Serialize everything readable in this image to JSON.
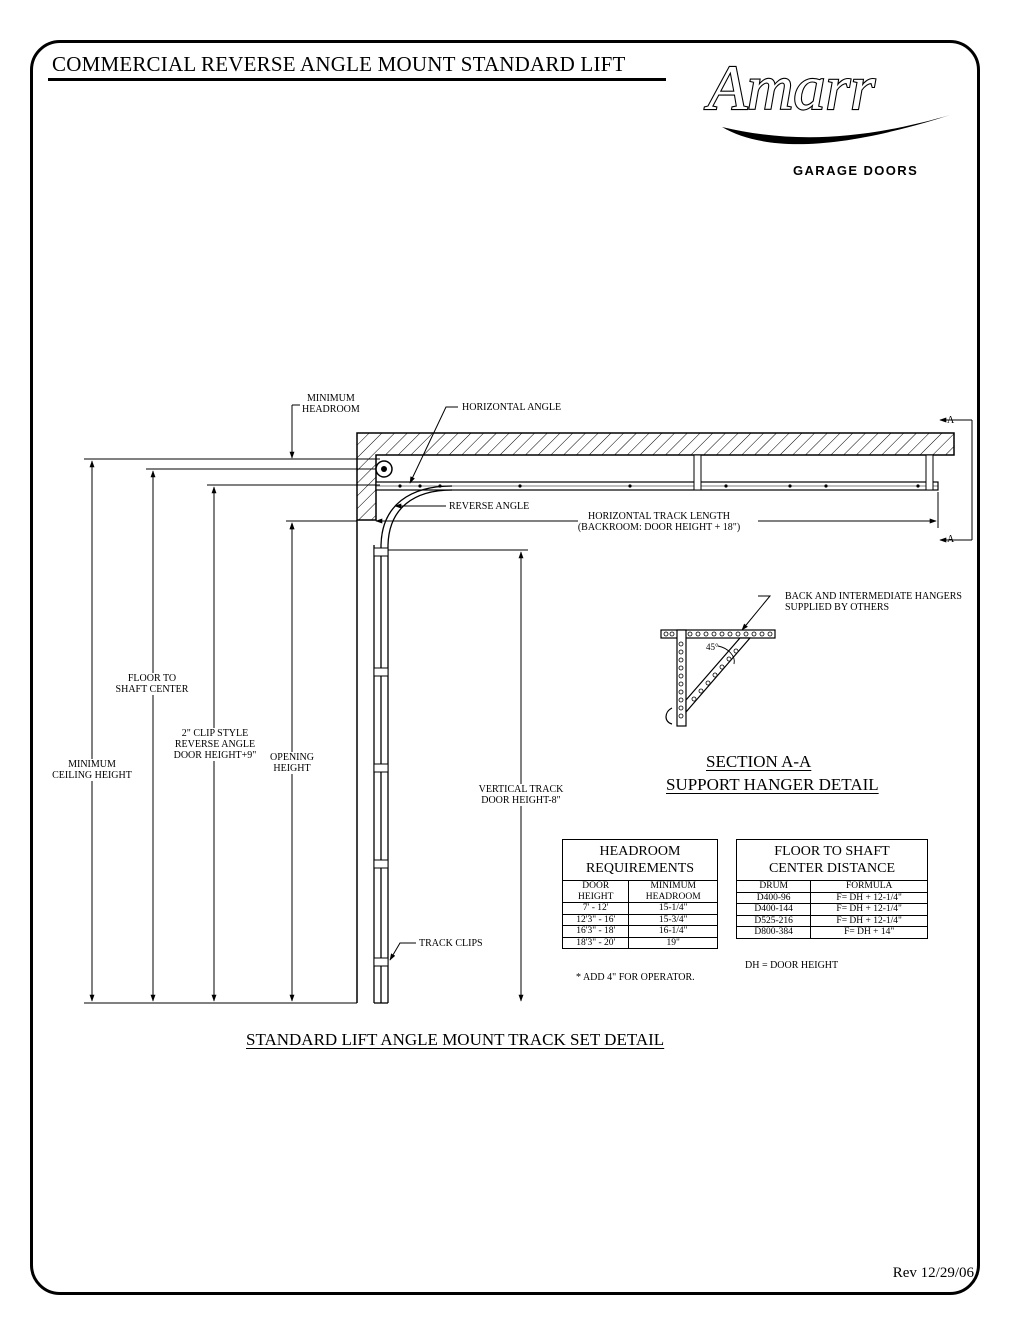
{
  "sheet": {
    "title": "COMMERCIAL REVERSE ANGLE MOUNT STANDARD LIFT",
    "brand": {
      "name": "Amarr",
      "tagline": "GARAGE DOORS"
    },
    "revision": "Rev 12/29/06"
  },
  "track_detail": {
    "caption": "STANDARD LIFT ANGLE MOUNT TRACK SET DETAIL",
    "labels": {
      "minimum_headroom": [
        "MINIMUM",
        "HEADROOM"
      ],
      "horizontal_angle": "HORIZONTAL ANGLE",
      "reverse_angle": "REVERSE ANGLE",
      "horizontal_track_length": [
        "HORIZONTAL TRACK LENGTH",
        "(BACKROOM: DOOR HEIGHT + 18\")"
      ],
      "section_marker_top": "A",
      "section_marker_bottom": "A",
      "floor_to_shaft_center": [
        "FLOOR TO",
        "SHAFT CENTER"
      ],
      "clip_style_reverse_angle": [
        "2\" CLIP STYLE",
        "REVERSE ANGLE",
        "DOOR HEIGHT+9\""
      ],
      "opening_height": [
        "OPENING",
        "HEIGHT"
      ],
      "minimum_ceiling_height": [
        "MINIMUM",
        "CEILING HEIGHT"
      ],
      "vertical_track": [
        "VERTICAL TRACK",
        "DOOR HEIGHT-8\""
      ],
      "track_clips": "TRACK CLIPS"
    }
  },
  "hanger_detail": {
    "callout": [
      "BACK AND INTERMEDIATE HANGERS",
      "SUPPLIED BY OTHERS"
    ],
    "angle": "45°",
    "heading_1": "SECTION A-A",
    "heading_2": "SUPPORT HANGER DETAIL"
  },
  "headroom_table": {
    "caption": [
      "HEADROOM",
      "REQUIREMENTS"
    ],
    "columns": [
      [
        "DOOR",
        "HEIGHT"
      ],
      [
        "MINIMUM",
        "HEADROOM"
      ]
    ],
    "rows": [
      [
        "7' - 12'",
        "15-1/4\""
      ],
      [
        "12'3\" - 16'",
        "15-3/4\""
      ],
      [
        "16'3\" - 18'",
        "16-1/4\""
      ],
      [
        "18'3\" - 20'",
        "19\""
      ]
    ],
    "footnote": "* ADD 4\" FOR OPERATOR."
  },
  "shaft_table": {
    "caption": [
      "FLOOR TO SHAFT",
      "CENTER DISTANCE"
    ],
    "columns": [
      "DRUM",
      "FORMULA"
    ],
    "rows": [
      [
        "D400-96",
        "F= DH + 12-1/4\""
      ],
      [
        "D400-144",
        "F= DH + 12-1/4\""
      ],
      [
        "D525-216",
        "F= DH + 12-1/4\""
      ],
      [
        "D800-384",
        "F= DH + 14\""
      ]
    ],
    "footnote": "DH = DOOR HEIGHT"
  }
}
